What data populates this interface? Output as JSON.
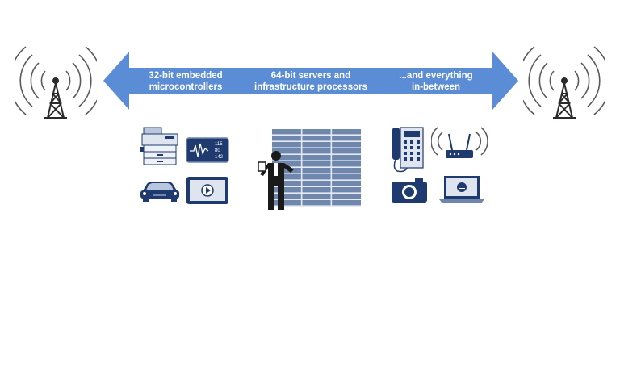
{
  "arrow": {
    "color": "#5b8cd6",
    "labels": [
      {
        "line1": "32-bit embedded",
        "line2": "microcontrollers"
      },
      {
        "line1": "64-bit servers and",
        "line2": "infrastructure processors"
      },
      {
        "line1": "...and everything",
        "line2": "in-between"
      }
    ]
  },
  "colors": {
    "navy": "#1f3a6e",
    "steel": "#6f86ad",
    "light": "#b9c7de",
    "gray": "#5a5a5a"
  },
  "left_devices": {
    "monitor_readings": [
      "115",
      "80",
      "142"
    ]
  },
  "icons": [
    "radio-tower-icon",
    "printer-icon",
    "heart-monitor-icon",
    "car-icon",
    "video-tablet-icon",
    "server-rack-icon",
    "person-icon",
    "desk-phone-icon",
    "wifi-router-icon",
    "camera-icon",
    "laptop-icon"
  ]
}
